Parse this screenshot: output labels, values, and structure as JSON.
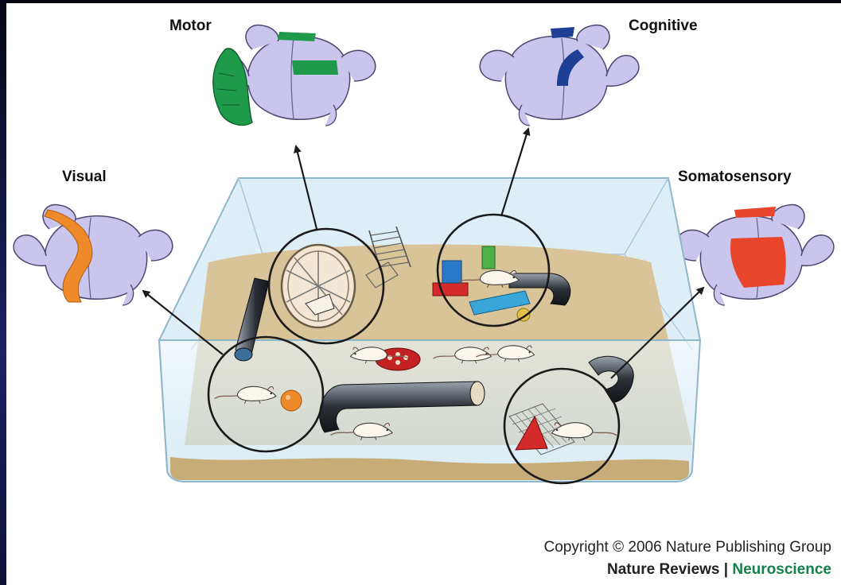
{
  "labels": {
    "motor": "Motor",
    "cognitive": "Cognitive",
    "visual": "Visual",
    "somatosensory": "Somatosensory"
  },
  "credit": {
    "copyright": "Copyright © 2006 Nature Publishing Group",
    "journal": "Nature Reviews",
    "separator": " | ",
    "section": "Neuroscience"
  },
  "colors": {
    "brain": "#c9c5ec",
    "brain_outline": "#4a4670",
    "motor": "#1f9a4a",
    "cognitive": "#1f3f96",
    "visual": "#ee8a2a",
    "somatosensory": "#e8452c",
    "bedding": "#d9c398",
    "glass": "#cfe6f2",
    "credit_green": "#14804a"
  },
  "icons": [
    "brain-motor-icon",
    "brain-cognitive-icon",
    "brain-visual-icon",
    "brain-somatosensory-icon",
    "rat-icon",
    "running-wheel-icon",
    "ladder-icon",
    "tunnel-icon",
    "ball-icon",
    "blocks-icon"
  ]
}
